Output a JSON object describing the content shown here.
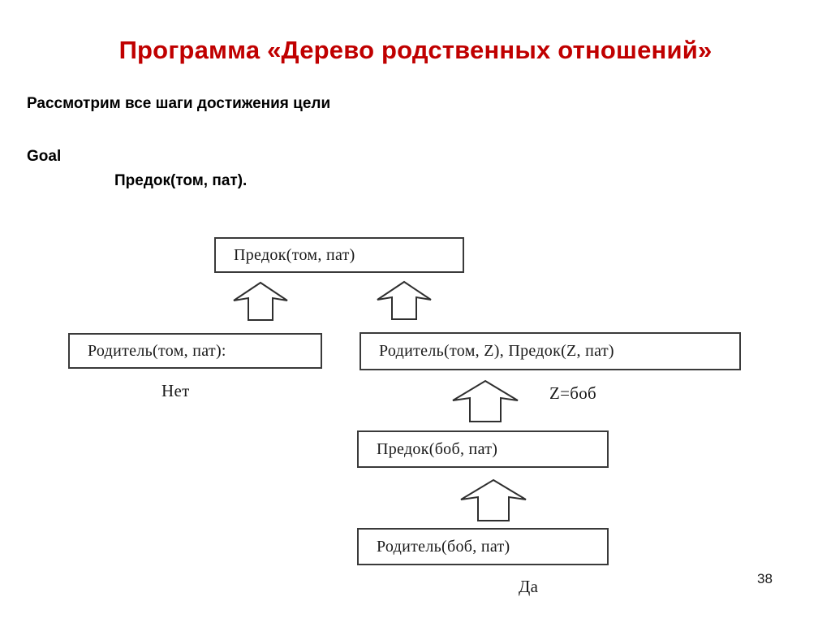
{
  "slide": {
    "title": "Программа «Дерево родственных отношений»",
    "subtitle": "Рассмотрим все шаги достижения цели",
    "goal_label": "Goal",
    "goal_value": "Предок(том, пат).",
    "page_number": "38",
    "title_color": "#c00000",
    "text_color": "#000000",
    "box_border_color": "#3a3a3a",
    "background_color": "#ffffff"
  },
  "diagram": {
    "type": "resolution-tree",
    "nodes": [
      {
        "id": "predok-tom-pat",
        "text": "Предок(том, пат)"
      },
      {
        "id": "roditel-tom-pat",
        "text": "Родитель(том, пат):"
      },
      {
        "id": "roditel-tom-z",
        "text": "Родитель(том, Z), Предок(Z, пат)"
      },
      {
        "id": "predok-bob-pat",
        "text": "Предок(боб, пат)"
      },
      {
        "id": "roditel-bob-pat",
        "text": "Родитель(боб, пат)"
      }
    ],
    "annotations": [
      {
        "id": "net",
        "text": "Нет"
      },
      {
        "id": "zbob",
        "text": "Z=боб"
      },
      {
        "id": "da",
        "text": "Да"
      }
    ],
    "arrows": [
      {
        "id": "left-to-top",
        "from": "roditel-tom-pat",
        "to": "predok-tom-pat",
        "direction": "up"
      },
      {
        "id": "right-to-top",
        "from": "roditel-tom-z",
        "to": "predok-tom-pat",
        "direction": "up"
      },
      {
        "id": "bob-to-rec",
        "from": "predok-bob-pat",
        "to": "roditel-tom-z",
        "direction": "up"
      },
      {
        "id": "roditel-to-bob",
        "from": "roditel-bob-pat",
        "to": "predok-bob-pat",
        "direction": "up"
      }
    ]
  }
}
